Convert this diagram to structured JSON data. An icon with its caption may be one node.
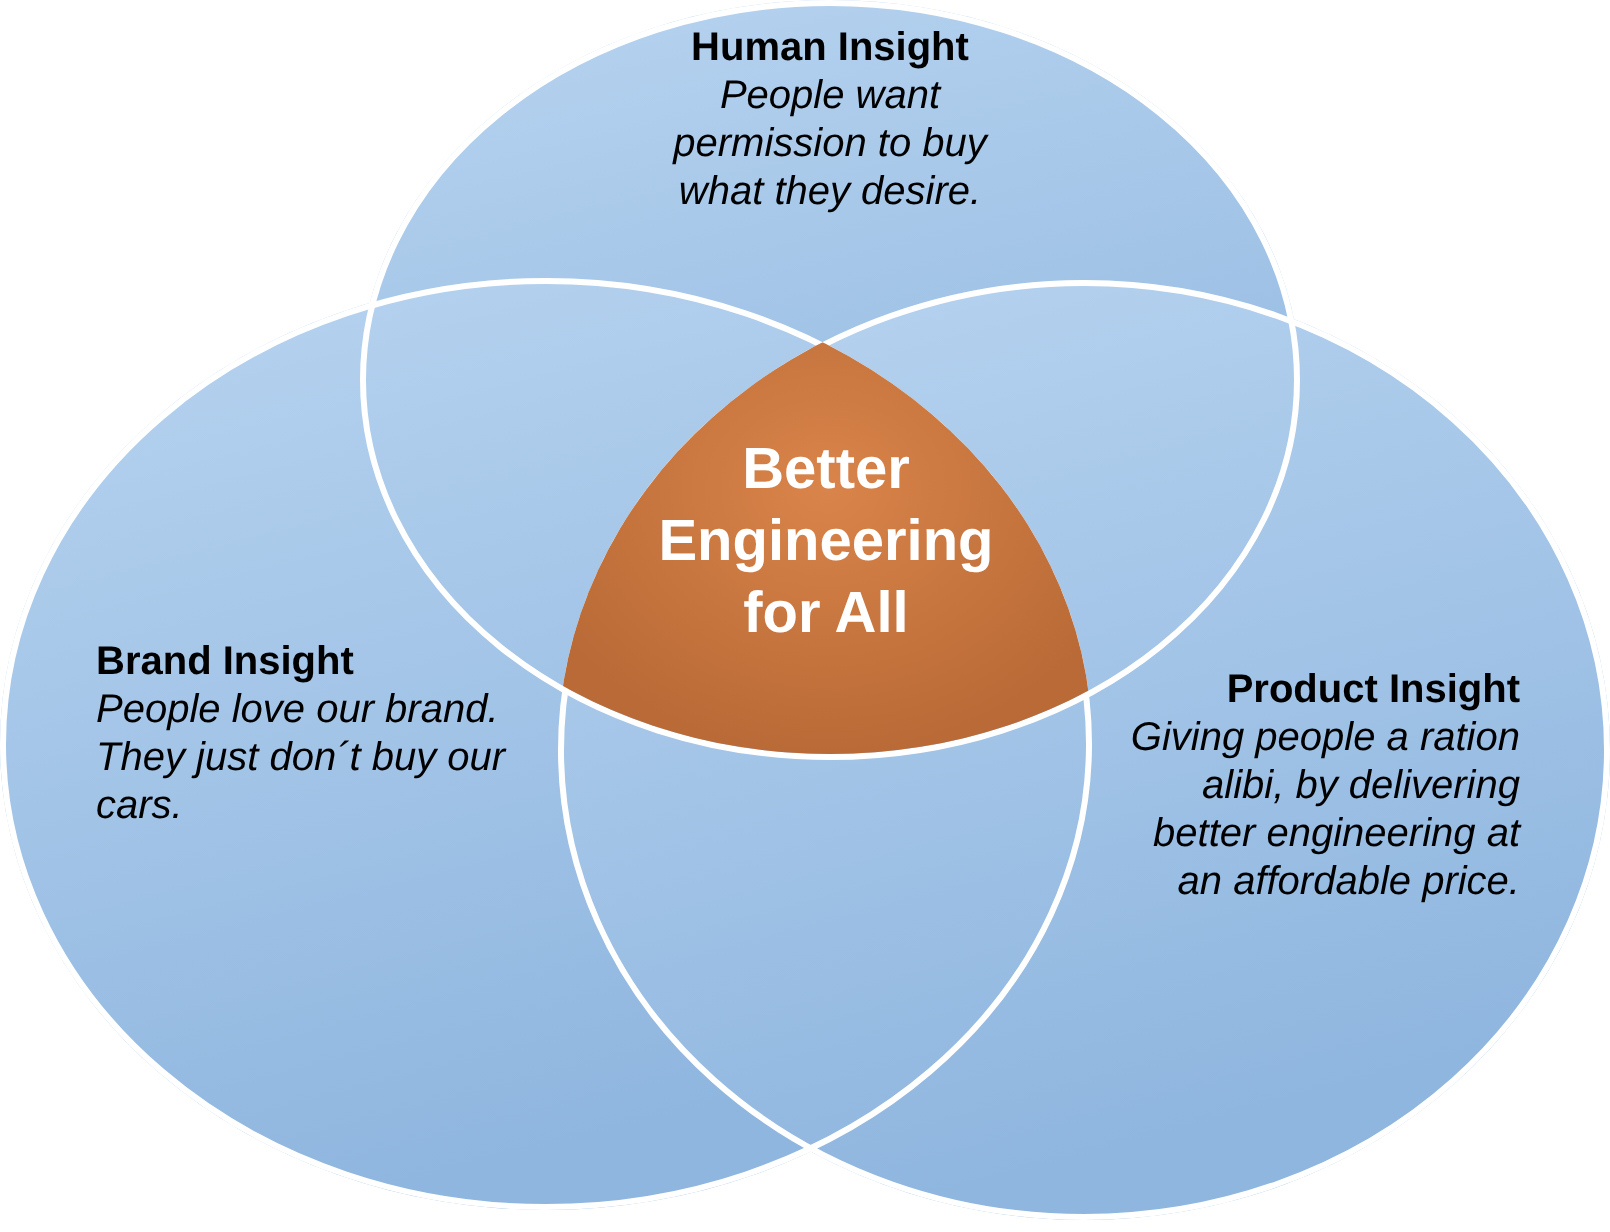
{
  "diagram": {
    "nodes": [
      {
        "text": [
          "Human Insight",
          "People want permission to buy what they desire."
        ]
      },
      {
        "text": [
          "Brand Insight",
          "People love our brand. They just don´t buy our cars."
        ]
      },
      {
        "text": [
          "Product Insight",
          "Giving people a ration alibi, by delivering better engineering at an affordable price."
        ]
      },
      {
        "text": [
          "Better Engineering for All"
        ]
      }
    ]
  }
}
